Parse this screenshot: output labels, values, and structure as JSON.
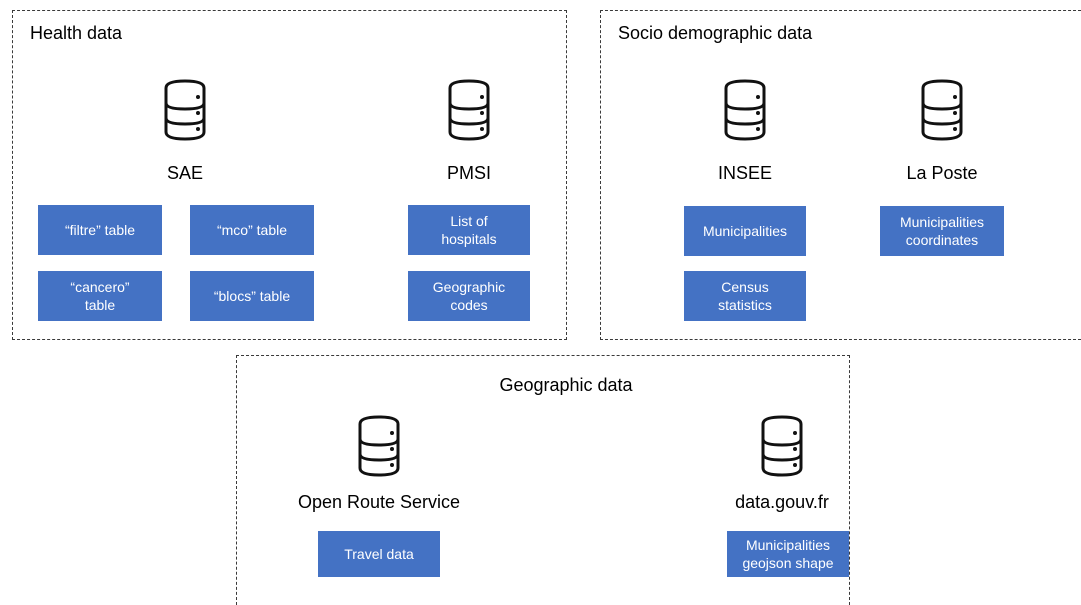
{
  "groups": {
    "health": {
      "title": "Health data",
      "sources": {
        "sae": {
          "label": "SAE",
          "icon": "database-icon",
          "tables": [
            "“filtre” table",
            "“mco” table",
            "“cancero”\ntable",
            "“blocs” table"
          ]
        },
        "pmsi": {
          "label": "PMSI",
          "icon": "database-icon",
          "tables": [
            "List of\nhospitals",
            "Geographic\ncodes"
          ]
        }
      }
    },
    "socio": {
      "title": "Socio demographic data",
      "sources": {
        "insee": {
          "label": "INSEE",
          "icon": "database-icon",
          "tables": [
            "Municipalities",
            "Census\nstatistics"
          ]
        },
        "laposte": {
          "label": "La Poste",
          "icon": "database-icon",
          "tables": [
            "Municipalities\ncoordinates"
          ]
        }
      }
    },
    "geo": {
      "title": "Geographic data",
      "sources": {
        "ors": {
          "label": "Open Route Service",
          "icon": "database-icon",
          "tables": [
            "Travel data"
          ]
        },
        "datagouv": {
          "label": "data.gouv.fr",
          "icon": "database-icon",
          "tables": [
            "Municipalities\ngeojson shape"
          ]
        }
      }
    }
  },
  "colors": {
    "table_fill": "#4472c4",
    "table_text": "#ffffff",
    "border": "#3a3a3a"
  }
}
